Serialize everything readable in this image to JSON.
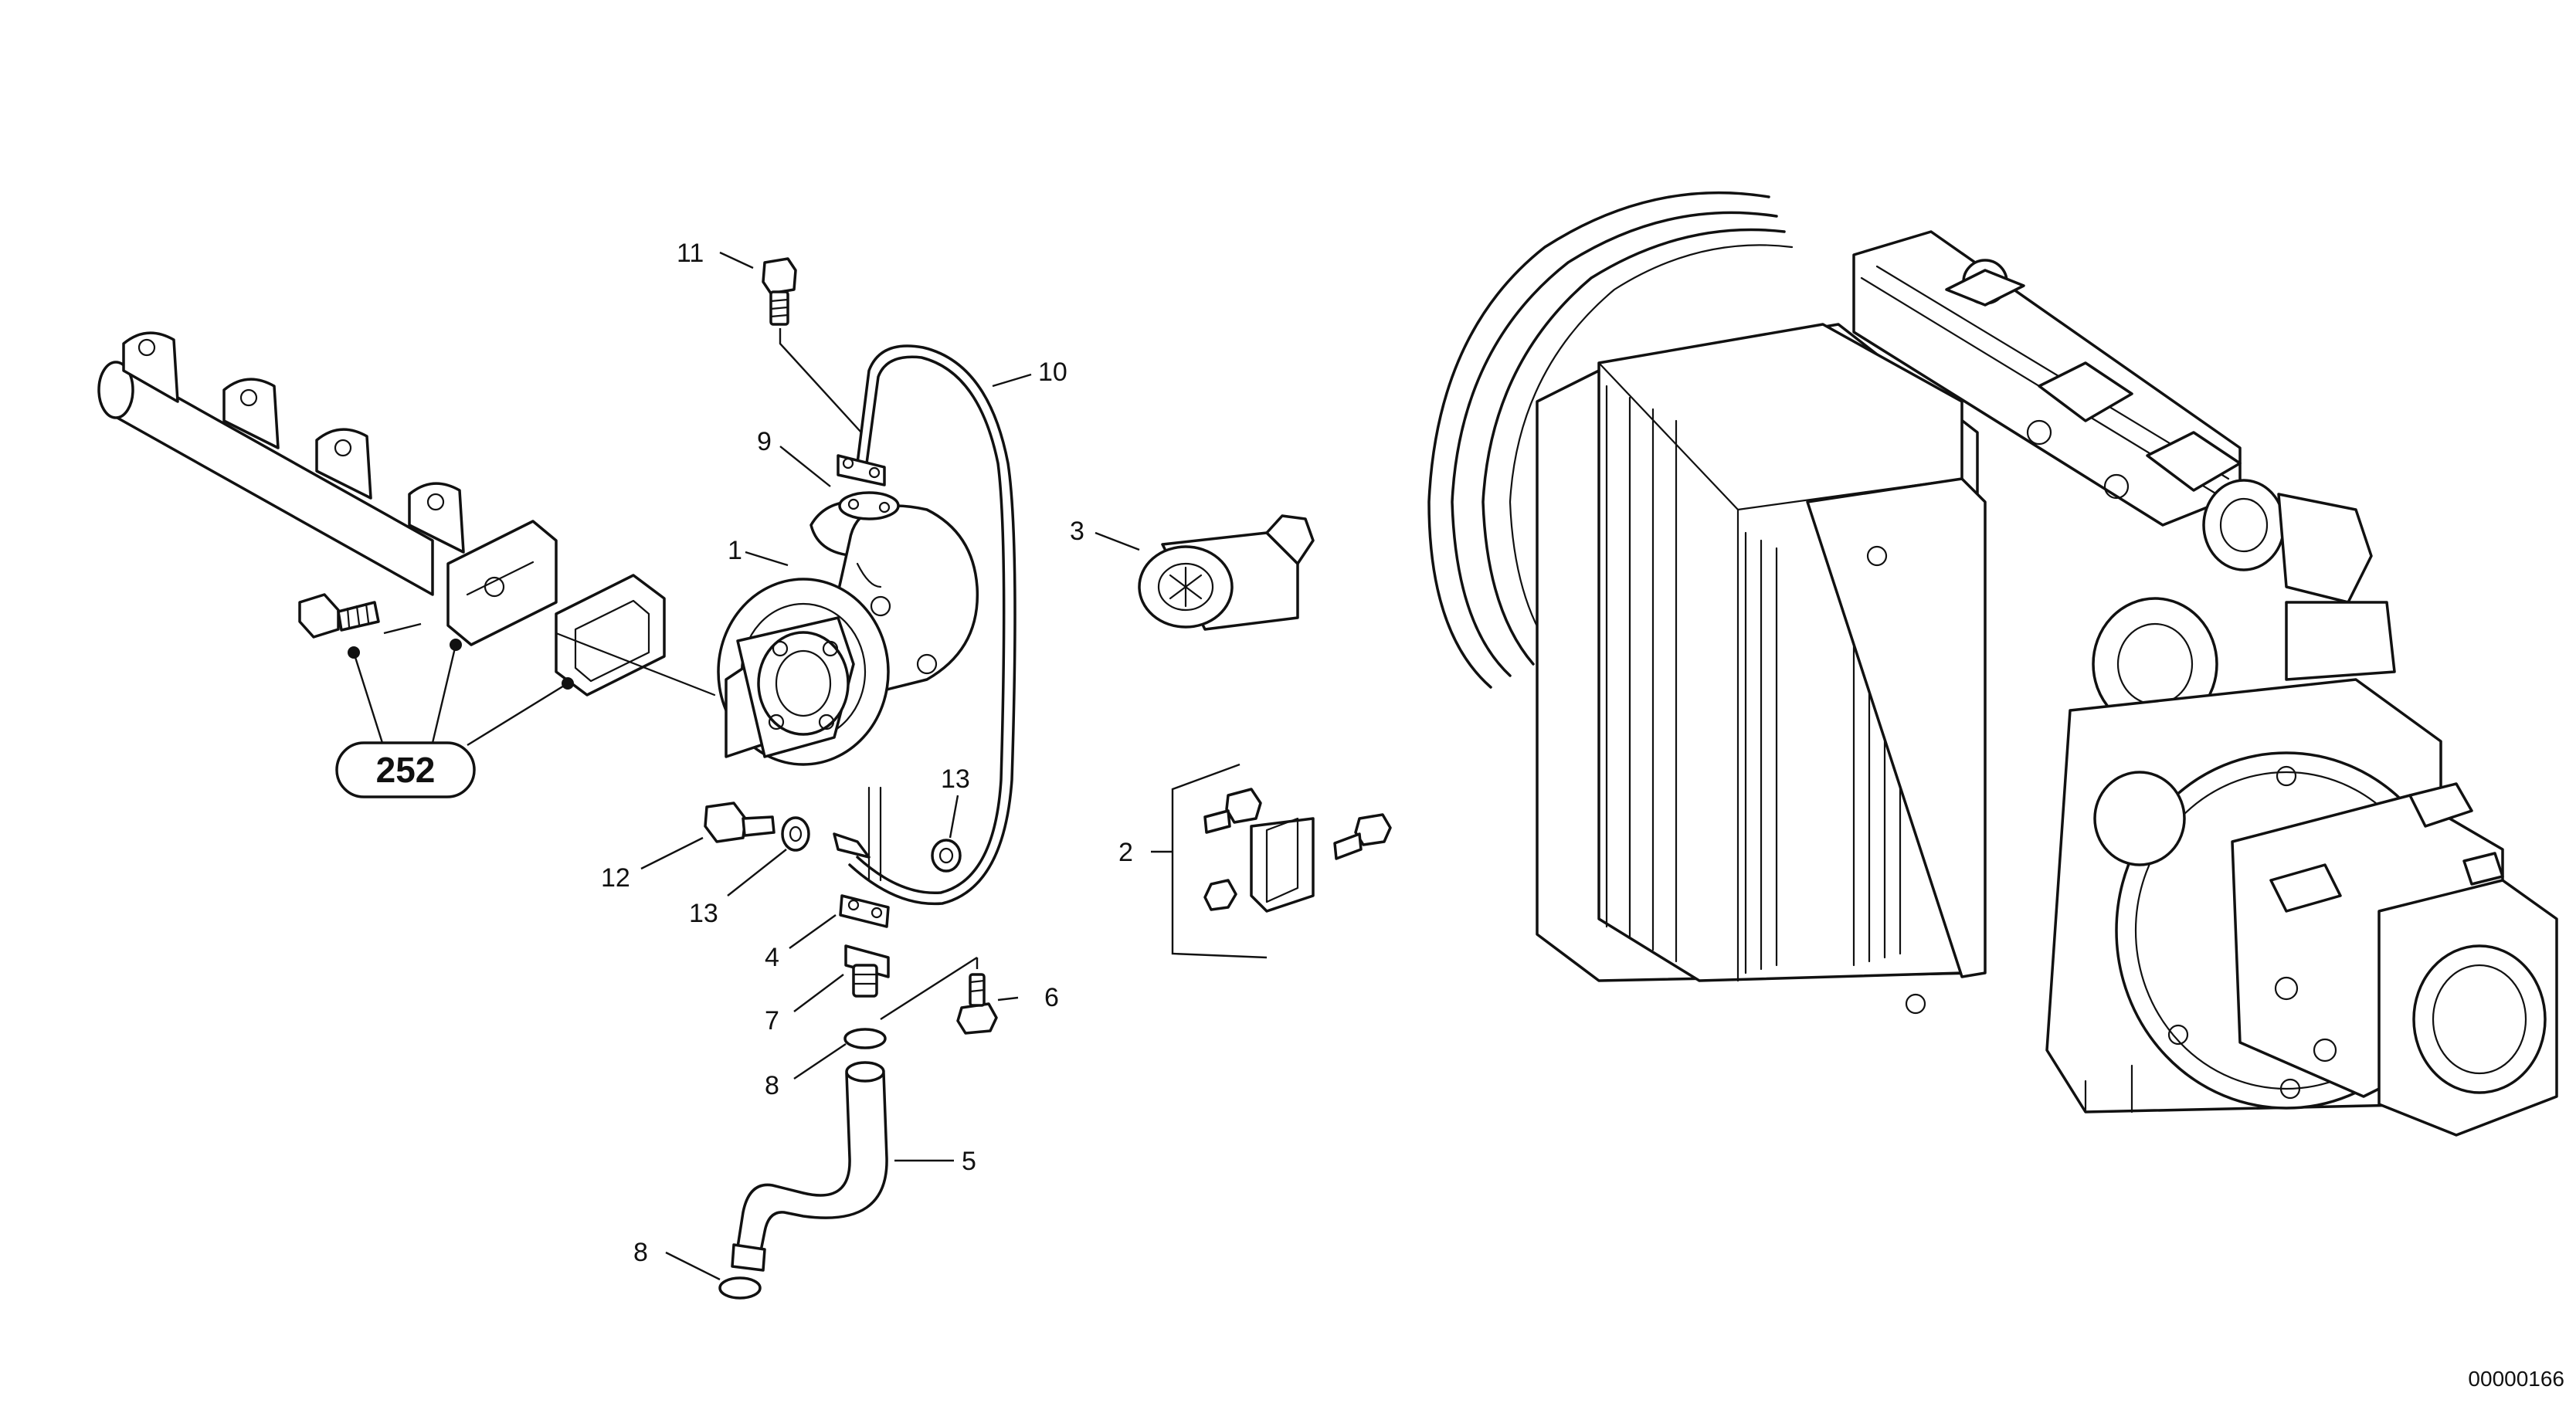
{
  "callouts": [
    {
      "id": "c11",
      "text": "11"
    },
    {
      "id": "c10",
      "text": "10"
    },
    {
      "id": "c9",
      "text": "9"
    },
    {
      "id": "c1",
      "text": "1"
    },
    {
      "id": "c3",
      "text": "3"
    },
    {
      "id": "c13a",
      "text": "13"
    },
    {
      "id": "c12",
      "text": "12"
    },
    {
      "id": "c13b",
      "text": "13"
    },
    {
      "id": "c2",
      "text": "2"
    },
    {
      "id": "c4",
      "text": "4"
    },
    {
      "id": "c6",
      "text": "6"
    },
    {
      "id": "c7",
      "text": "7"
    },
    {
      "id": "c8a",
      "text": "8"
    },
    {
      "id": "c5",
      "text": "5"
    },
    {
      "id": "c8b",
      "text": "8"
    }
  ],
  "reference_group": "252",
  "drawing_number": "00000166"
}
